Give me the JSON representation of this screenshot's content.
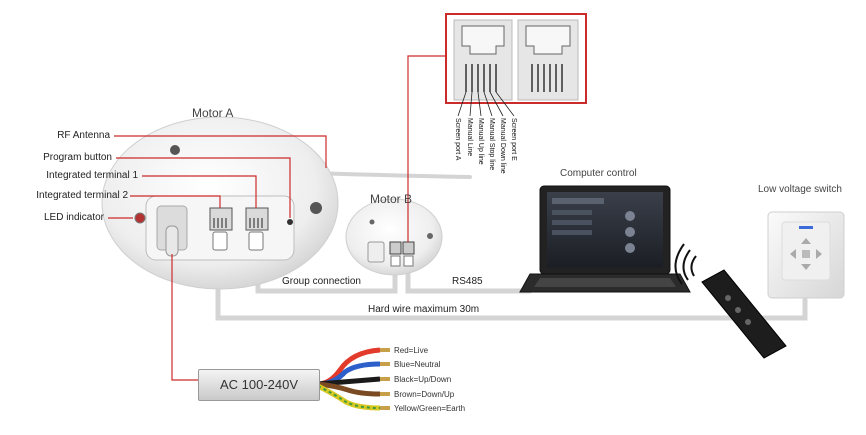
{
  "motor_a": {
    "title": "Motor A"
  },
  "motor_b": {
    "title": "Motor B"
  },
  "left_labels": [
    "RF Antenna",
    "Program button",
    "Integrated terminal 1",
    "Integrated terminal 2",
    "LED indicator"
  ],
  "connector_pins": [
    "Screen port E",
    "Manual Down line",
    "Manual Stop line",
    "Manual Up line",
    "Manual Line",
    "Screen port A"
  ],
  "connections": {
    "group": "Group connection",
    "rs485": "RS485",
    "hard_wire": "Hard wire maximum 30m"
  },
  "computer": {
    "title": "Computer control"
  },
  "switch": {
    "title": "Low voltage switch"
  },
  "power": {
    "label": "AC 100-240V",
    "wires": [
      {
        "label": "Red=Live",
        "color": "#e23a2b"
      },
      {
        "label": "Blue=Neutral",
        "color": "#2c5fc9"
      },
      {
        "label": "Black=Up/Down",
        "color": "#1a1a1a"
      },
      {
        "label": "Brown=Down/Up",
        "color": "#7a4a22"
      },
      {
        "label": "Yellow/Green=Earth",
        "color": "#d8c823"
      }
    ]
  },
  "colors": {
    "leader": "#cc2b2b",
    "cable": "#d4d4d4",
    "frame": "#cc2b2b"
  }
}
